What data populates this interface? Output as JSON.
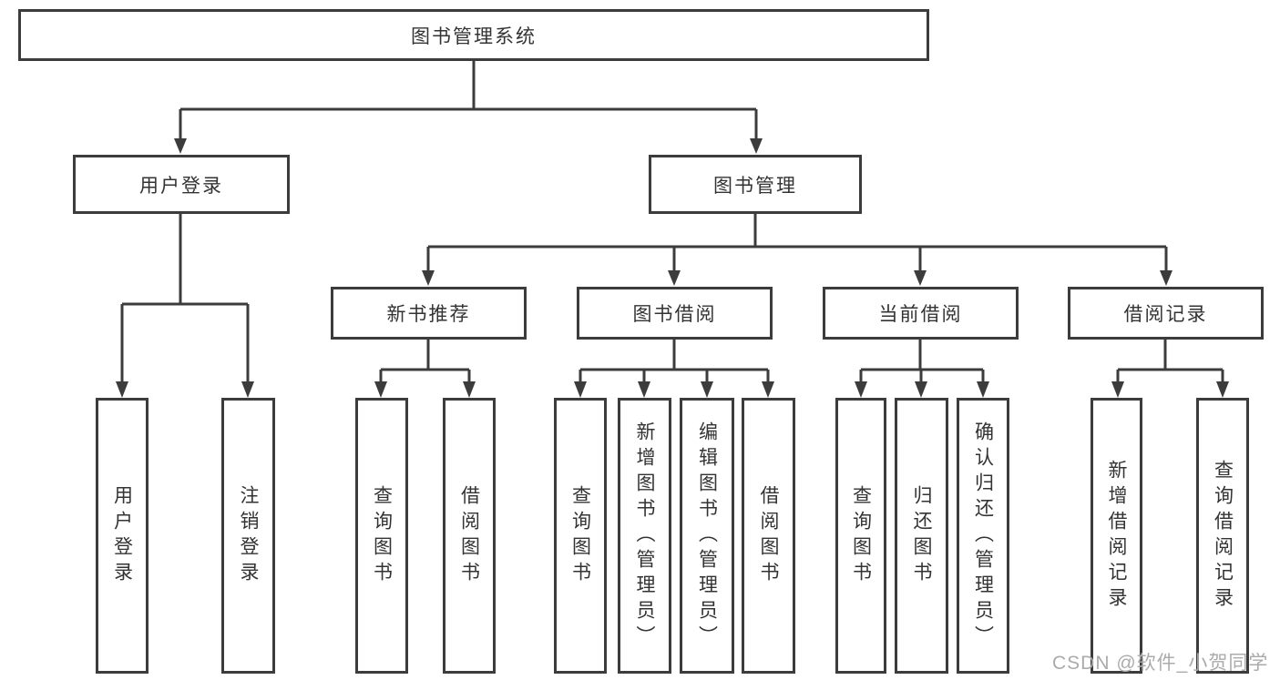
{
  "nodes": {
    "root": "图书管理系统",
    "user_login": "用户登录",
    "book_mgmt": "图书管理",
    "login": "用户登录",
    "logout": "注销登录",
    "new_rec": "新书推荐",
    "book_borrow": "图书借阅",
    "current_borrow": "当前借阅",
    "borrow_records": "借阅记录",
    "nb_query": "查询图书",
    "nb_borrow": "借阅图书",
    "bb_query": "查询图书",
    "bb_add": "新增图书（管理员）",
    "bb_edit": "编辑图书（管理员）",
    "bb_borrow": "借阅图书",
    "cb_query": "查询图书",
    "cb_return": "归还图书",
    "cb_confirm": "确认归还（管理员）",
    "br_add": "新增借阅记录",
    "br_query": "查询借阅记录"
  },
  "watermark": "CSDN @软件_小贺同学",
  "colors": {
    "line": "#3c3c3c",
    "box_background": "#ffffff",
    "text": "#333333",
    "watermark": "#ababab"
  }
}
